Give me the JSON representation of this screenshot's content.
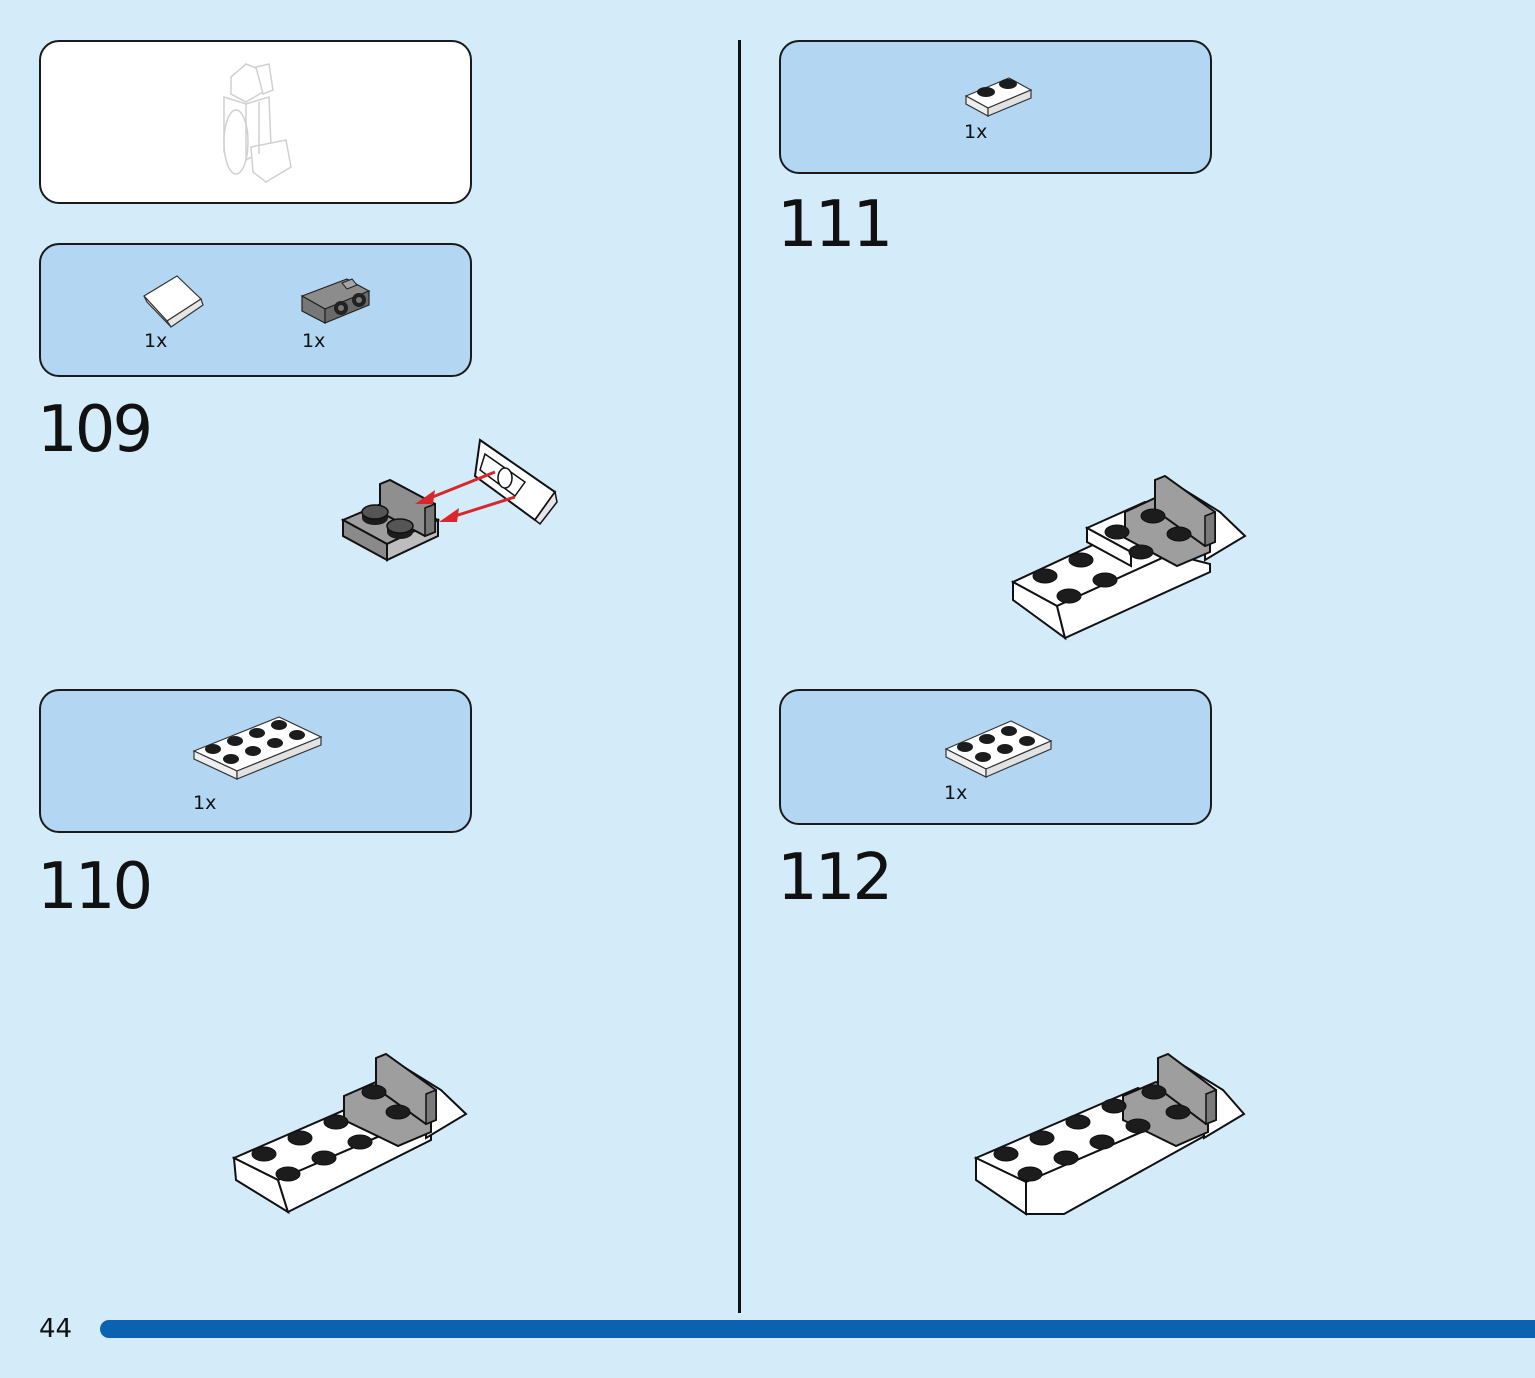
{
  "page": {
    "number": "44"
  },
  "steps": [
    {
      "number": "109",
      "parts": [
        {
          "qty": "1x"
        },
        {
          "qty": "1x"
        }
      ]
    },
    {
      "number": "110",
      "parts": [
        {
          "qty": "1x"
        }
      ]
    },
    {
      "number": "111",
      "parts": [
        {
          "qty": "1x"
        }
      ]
    },
    {
      "number": "112",
      "parts": [
        {
          "qty": "1x"
        }
      ]
    }
  ],
  "colors": {
    "page_background": "#d4ebfa",
    "parts_box": "#b3d7f2",
    "footer_bar": "#0a62b0",
    "arrow": "#d8262b",
    "brick_white": "#ffffff",
    "brick_gray": "#9e9e9e"
  }
}
